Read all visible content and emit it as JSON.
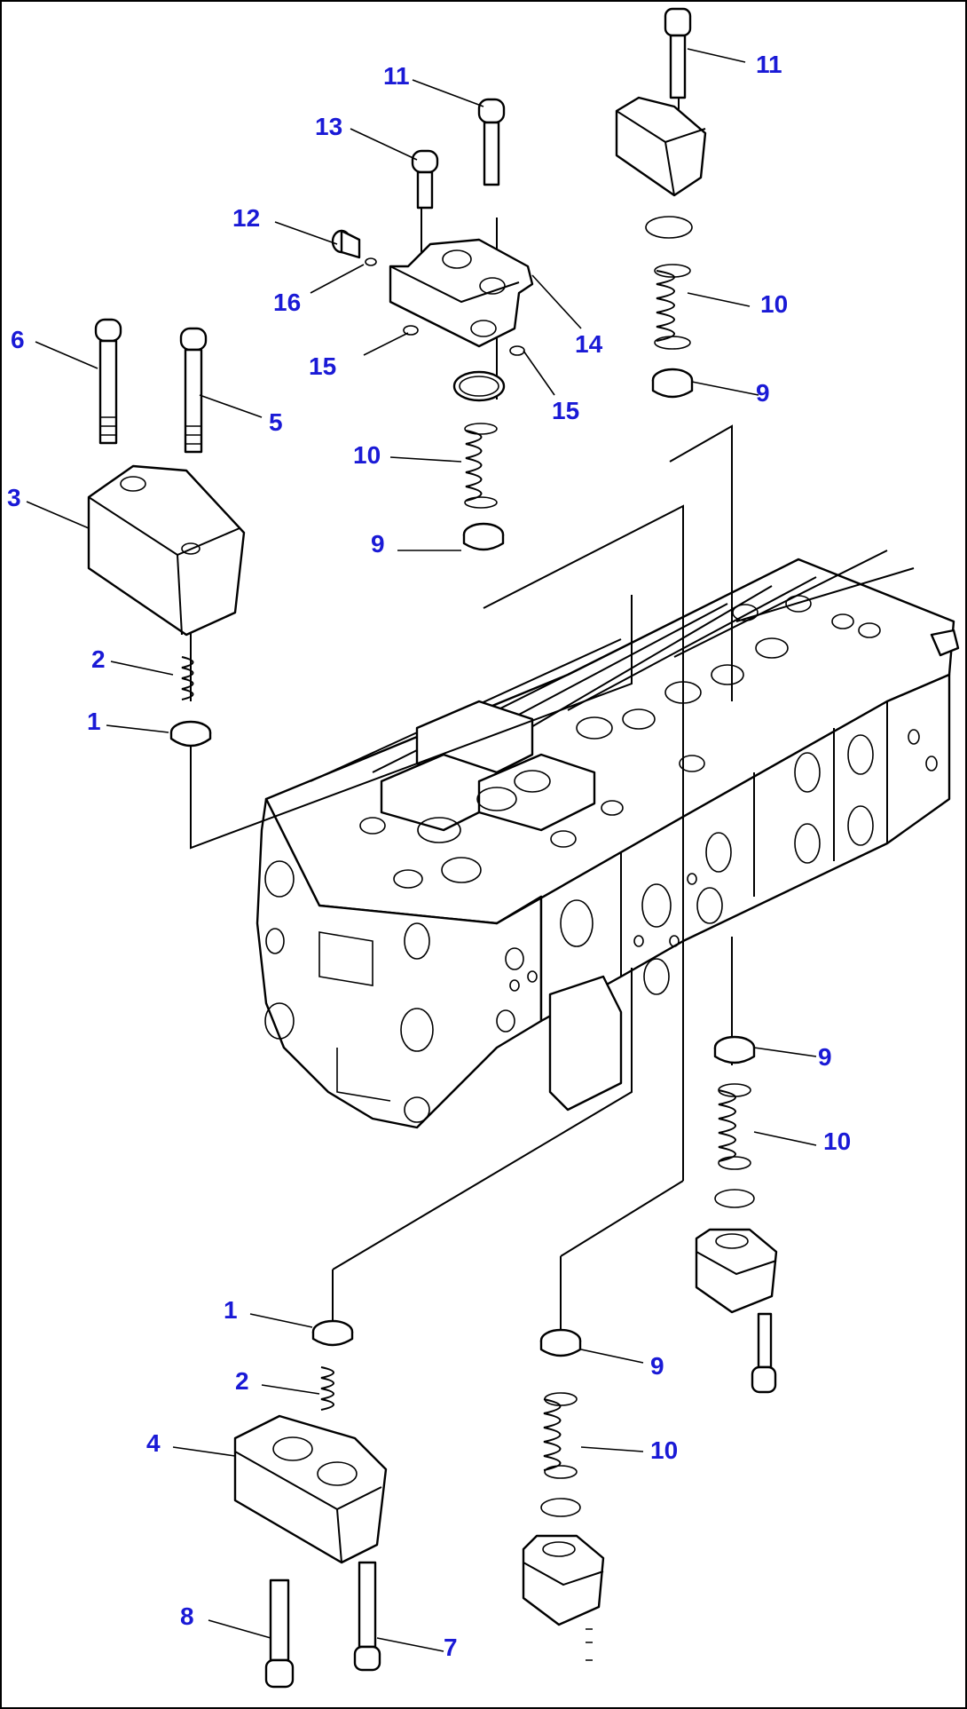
{
  "diagram": {
    "frame_color": "#000000",
    "callout_color": "#1a1ad6",
    "callouts": [
      {
        "id": "c1a",
        "text": "1"
      },
      {
        "id": "c2a",
        "text": "2"
      },
      {
        "id": "c3",
        "text": "3"
      },
      {
        "id": "c5",
        "text": "5"
      },
      {
        "id": "c6",
        "text": "6"
      },
      {
        "id": "c9a",
        "text": "9"
      },
      {
        "id": "c10a",
        "text": "10"
      },
      {
        "id": "c11a",
        "text": "11"
      },
      {
        "id": "c12",
        "text": "12"
      },
      {
        "id": "c13",
        "text": "13"
      },
      {
        "id": "c14",
        "text": "14"
      },
      {
        "id": "c15a",
        "text": "15"
      },
      {
        "id": "c15b",
        "text": "15"
      },
      {
        "id": "c16",
        "text": "16"
      },
      {
        "id": "c11b",
        "text": "11"
      },
      {
        "id": "c10b",
        "text": "10"
      },
      {
        "id": "c9b",
        "text": "9"
      },
      {
        "id": "c9c",
        "text": "9"
      },
      {
        "id": "c10c",
        "text": "10"
      },
      {
        "id": "c1b",
        "text": "1"
      },
      {
        "id": "c2b",
        "text": "2"
      },
      {
        "id": "c4",
        "text": "4"
      },
      {
        "id": "c9d",
        "text": "9"
      },
      {
        "id": "c10d",
        "text": "10"
      },
      {
        "id": "c8",
        "text": "8"
      },
      {
        "id": "c7",
        "text": "7"
      }
    ]
  }
}
